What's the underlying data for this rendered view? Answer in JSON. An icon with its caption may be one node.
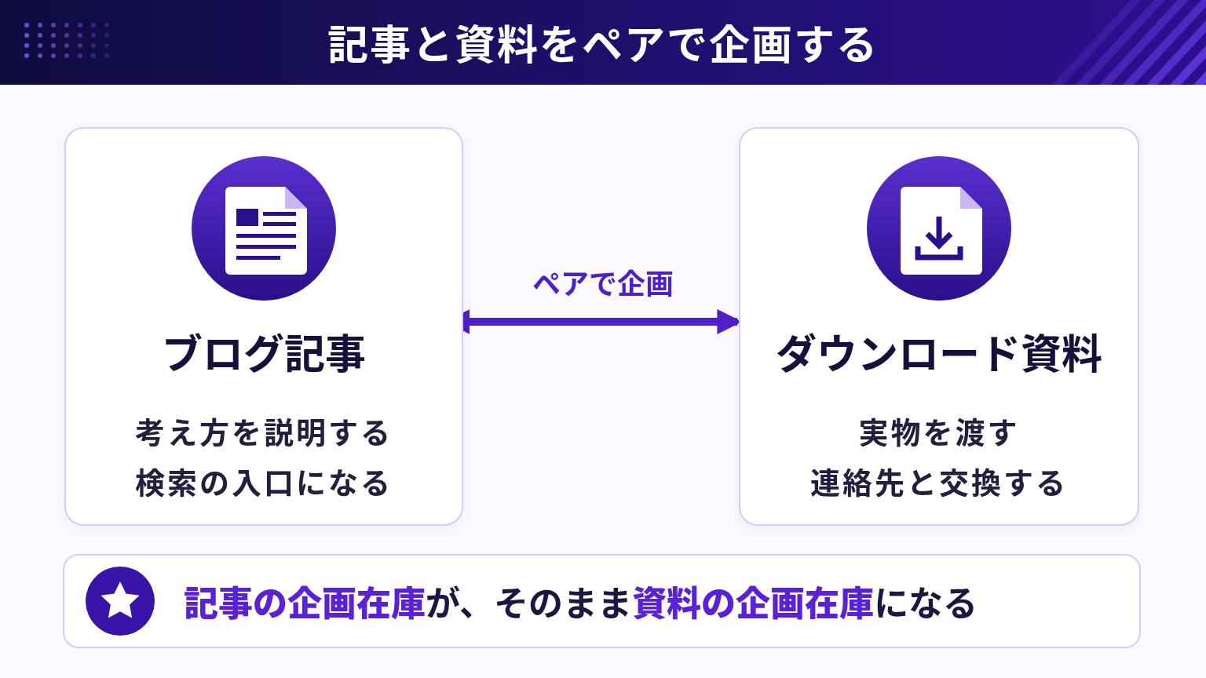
{
  "diagram": {
    "title": "記事と資料をペアで企画する",
    "nodes": [
      {
        "text": [
          "ブログ記事",
          "考え方を説明する",
          "検索の入口になる"
        ]
      },
      {
        "text": [
          "ダウンロード資料",
          "実物を渡す",
          "連絡先と交換する"
        ]
      },
      {
        "text": [
          "**記事の企画在庫**が、そのまま**資料の企画在庫**になる"
        ]
      }
    ],
    "edges": [
      {
        "from": 0,
        "to": 1,
        "arrow": "both",
        "label": "ペアで企画"
      }
    ]
  }
}
